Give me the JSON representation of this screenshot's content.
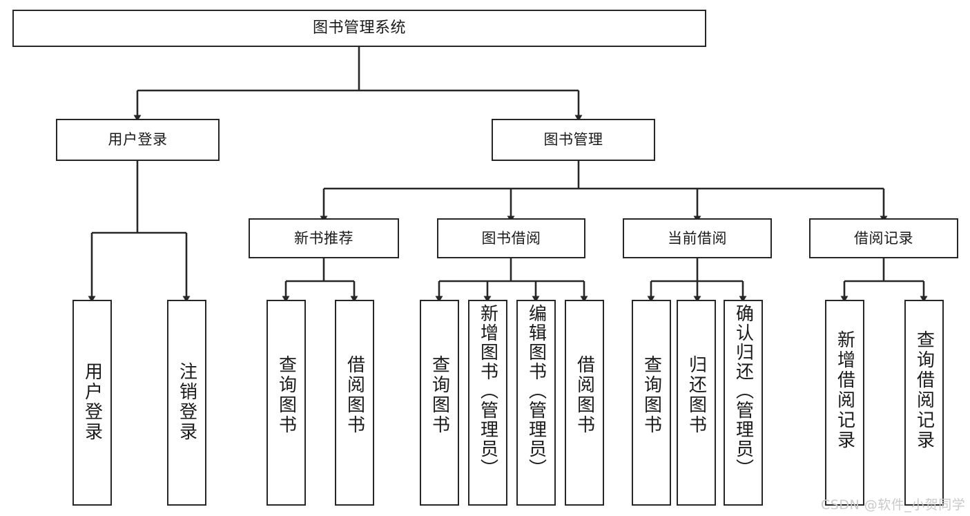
{
  "diagram": {
    "title": "图书管理系统",
    "type": "tree",
    "colors": {
      "stroke": "#262626",
      "fill": "#ffffff",
      "text": "#1a1a1a",
      "watermark": "#c9c9c9"
    },
    "root": {
      "label": "图书管理系统"
    },
    "level2": [
      {
        "label": "用户登录"
      },
      {
        "label": "图书管理"
      }
    ],
    "level3": [
      {
        "label": "新书推荐"
      },
      {
        "label": "图书借阅"
      },
      {
        "label": "当前借阅"
      },
      {
        "label": "借阅记录"
      }
    ],
    "leaves": {
      "user_login": [
        {
          "label": "用户登录"
        },
        {
          "label": "注销登录"
        }
      ],
      "new_book": [
        {
          "label": "查询图书"
        },
        {
          "label": "借阅图书"
        }
      ],
      "borrow_book": [
        {
          "label": "查询图书"
        },
        {
          "label": "新增图书（管理员）"
        },
        {
          "label": "编辑图书（管理员）"
        },
        {
          "label": "借阅图书"
        }
      ],
      "current_borrow": [
        {
          "label": "查询图书"
        },
        {
          "label": "归还图书"
        },
        {
          "label": "确认归还（管理员）"
        }
      ],
      "borrow_record": [
        {
          "label": "新增借阅记录"
        },
        {
          "label": "查询借阅记录"
        }
      ]
    }
  },
  "watermark": {
    "text": "CSDN @软件_小贺同学"
  }
}
